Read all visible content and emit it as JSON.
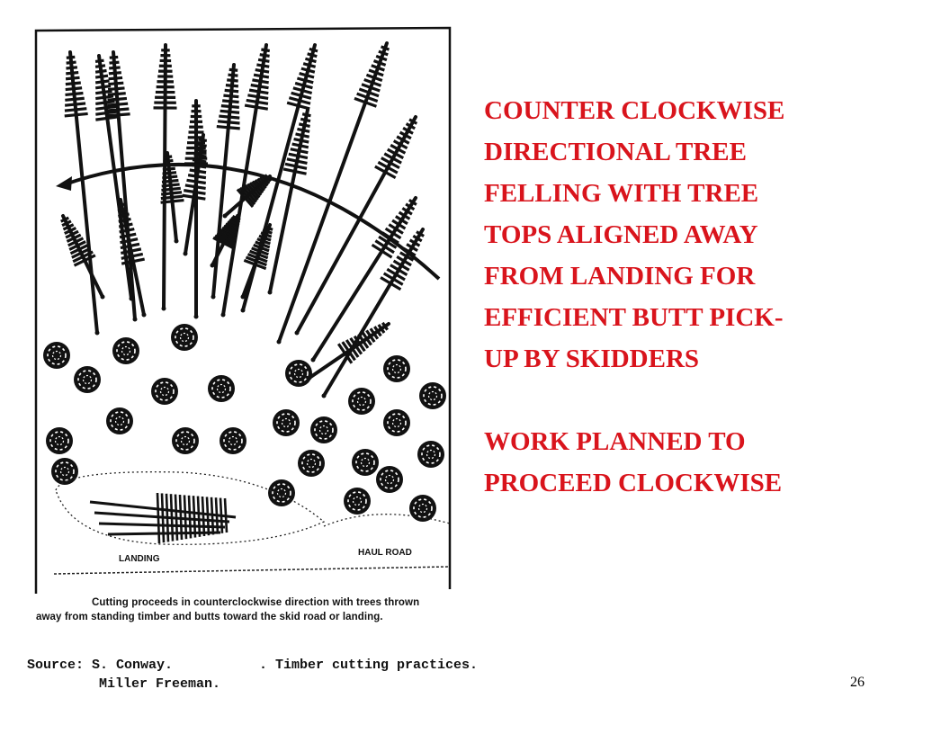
{
  "figure": {
    "labels": {
      "landing": "LANDING",
      "haul_road": "HAUL ROAD"
    },
    "caption": [
      "Cutting proceeds in counterclockwise direction with trees thrown",
      "away from standing timber and butts toward the skid road or landing."
    ]
  },
  "source": {
    "line1_a": "Source: S. Conway.",
    "line1_b": ". Timber cutting practices.",
    "line2": "Miller Freeman."
  },
  "slide_text": {
    "paragraph1": [
      "COUNTER CLOCKWISE",
      "DIRECTIONAL TREE",
      "FELLING  WITH TREE",
      "TOPS ALIGNED AWAY",
      "FROM  LANDING FOR",
      "EFFICIENT BUTT PICK-",
      "UP BY SKIDDERS"
    ],
    "paragraph2": [
      "WORK PLANNED TO",
      "PROCEED CLOCKWISE"
    ],
    "color": "#d9141c"
  },
  "page_number": "26"
}
